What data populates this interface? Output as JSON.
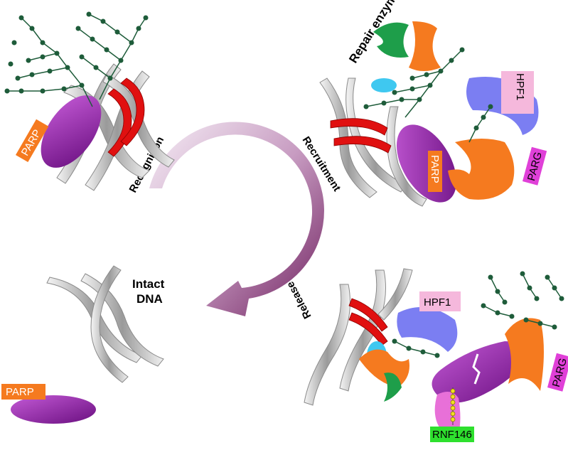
{
  "labels": {
    "recognition": "Recognition",
    "recruitment": "Recruitment",
    "release": "Release",
    "intact_dna_line1": "Intact",
    "intact_dna_line2": "DNA",
    "repair_enzymes": "Repair enzymes"
  },
  "proteins": {
    "parp": "PARP",
    "hpf1": "HPF1",
    "parg": "PARG",
    "rnf146": "RNF146"
  },
  "colors": {
    "parp_body": "#8b1a9e",
    "parp_tag": "#f57a1f",
    "hpf1_body": "#7b7ef2",
    "hpf1_tag": "#f5b8dc",
    "parg_body": "#f57a1f",
    "parg_tag": "#e040d8",
    "rnf146_body": "#e870d8",
    "rnf146_tag": "#2ee02e",
    "par_chain": "#1e5c3a",
    "dna_damage": "#e01010",
    "dna_strand": "#bdbdbd",
    "cycle_arrow": "#7a2a6a",
    "repair_green": "#1e9e4a",
    "repair_orange": "#f57a1f",
    "repair_cyan": "#3fc8f0"
  }
}
